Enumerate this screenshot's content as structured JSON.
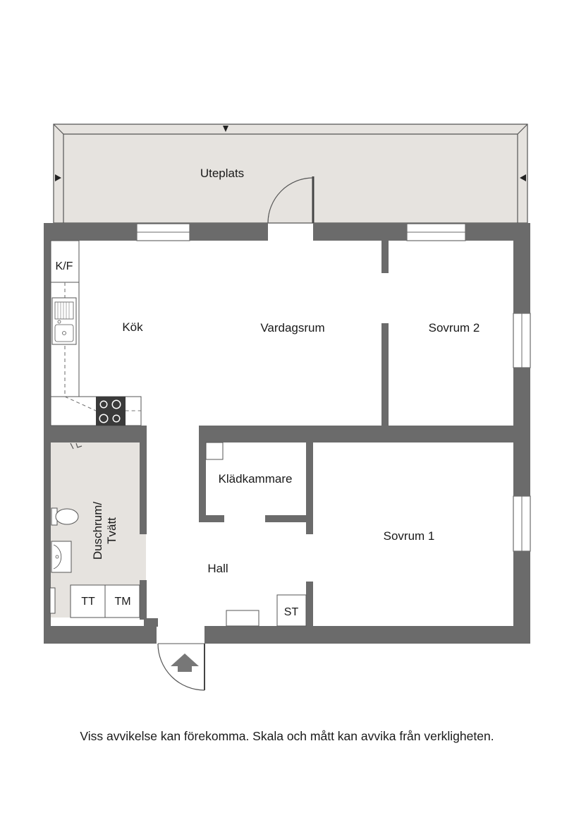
{
  "rooms": {
    "uteplats": "Uteplats",
    "kok": "Kök",
    "vardagsrum": "Vardagsrum",
    "sovrum2": "Sovrum 2",
    "kladkammare": "Klädkammare",
    "sovrum1": "Sovrum 1",
    "hall": "Hall",
    "duschrum_line1": "Duschrum/",
    "duschrum_line2": "Tvätt"
  },
  "fixtures": {
    "kf": "K/F",
    "tt": "TT",
    "tm": "TM",
    "st": "ST"
  },
  "disclaimer": "Viss avvikelse kan förekomma. Skala och mått kan avvika från verkligheten.",
  "colors": {
    "wall": "#6b6b6b",
    "terrace": "#e6e3df",
    "bathroom": "#e6e3df"
  }
}
